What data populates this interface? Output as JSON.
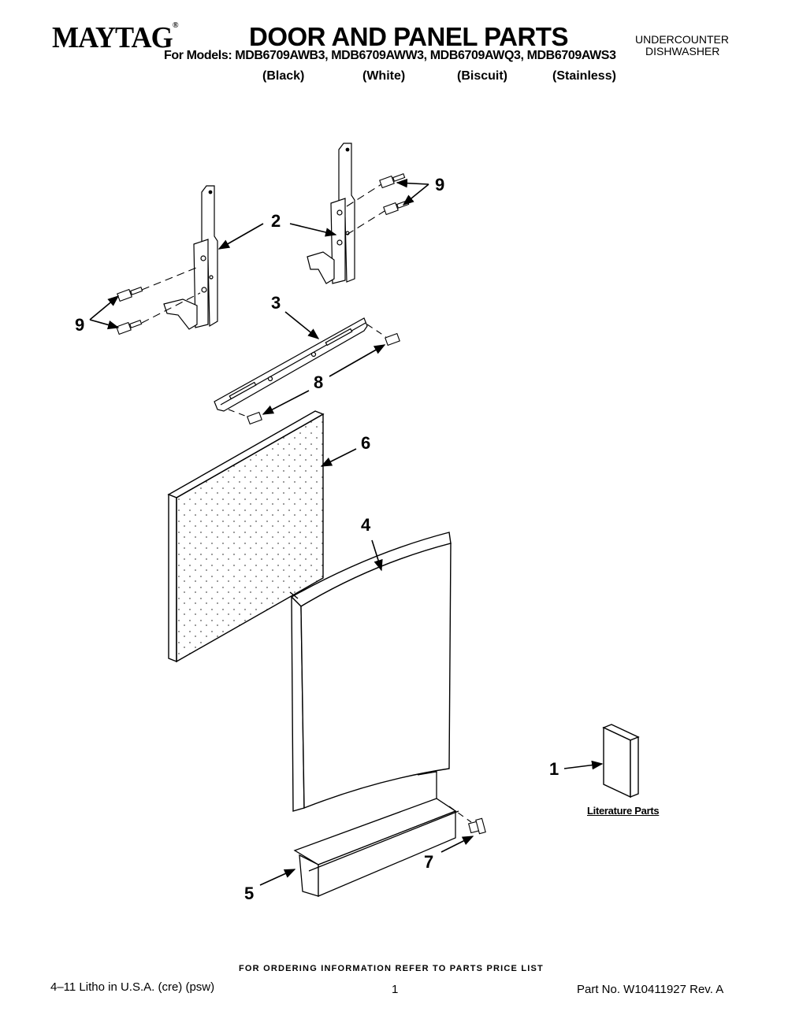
{
  "header": {
    "brand": "MAYTAG",
    "brand_mark": "®",
    "title": "DOOR AND PANEL PARTS",
    "models_line": "For Models: MDB6709AWB3, MDB6709AWW3, MDB6709AWQ3, MDB6709AWS3",
    "finishes": [
      "(Black)",
      "(White)",
      "(Biscuit)",
      "(Stainless)"
    ],
    "appliance_line1": "UNDERCOUNTER",
    "appliance_line2": "DISHWASHER"
  },
  "callouts": {
    "c1": "1",
    "c2": "2",
    "c3": "3",
    "c4": "4",
    "c5": "5",
    "c6": "6",
    "c7": "7",
    "c8": "8",
    "c9_top": "9",
    "c9_left": "9"
  },
  "literature_label": "Literature Parts",
  "footer": {
    "ordering_note": "FOR ORDERING INFORMATION REFER TO PARTS PRICE LIST",
    "litho": "4–11 Litho in U.S.A. (cre) (psw)",
    "page": "1",
    "part_number": "Part No. W10411927 Rev. A"
  }
}
